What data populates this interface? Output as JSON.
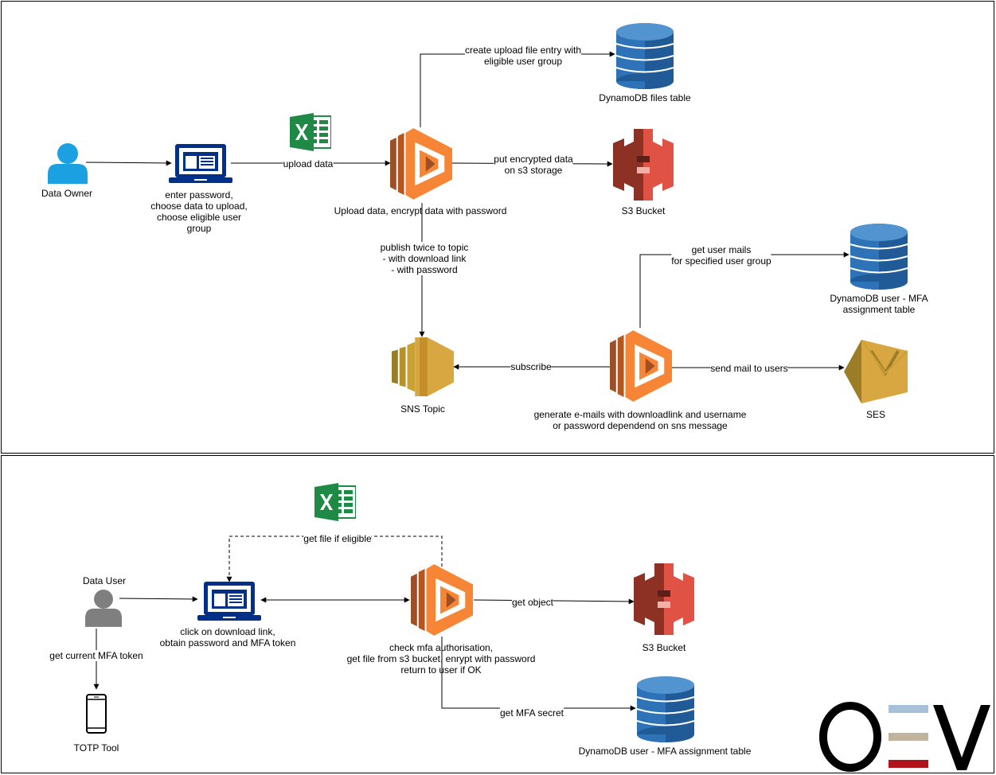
{
  "top": {
    "data_owner": "Data Owner",
    "laptop_caption": "enter password,\nchoose data to upload,\nchoose eligible user\ngroup",
    "upload_data": "upload data",
    "lambda_caption": "Upload data, encrypt data with password",
    "create_entry": "create upload file entry with\neligible user group",
    "dynamo_files": "DynamoDB files table",
    "put_encrypted": "put encrypted data\non s3 storage",
    "s3_bucket": "S3 Bucket",
    "publish": "publish twice to topic\n- with download link\n- with password",
    "get_user_mails": "get user mails\nfor specified user group",
    "dynamo_mfa": "DynamoDB user - MFA assignment table",
    "subscribe": "subscribe",
    "sns_topic": "SNS Topic",
    "send_mail": "send mail to users",
    "ses": "SES",
    "generate": "generate e-mails with downloadlink and username\nor password dependend on sns message"
  },
  "bottom": {
    "data_user": "Data User",
    "get_mfa_token": "get current MFA token",
    "totp_tool": "TOTP Tool",
    "laptop_caption": "click on download link,\nobtain password and MFA token",
    "get_file": "get file if eligible",
    "lambda_caption": "check mfa authorisation,\nget file from s3 bucket, enrypt with password\nreturn to user if OK",
    "get_object": "get object",
    "s3_bucket": "S3 Bucket",
    "get_mfa_secret": "get MFA secret",
    "dynamo_mfa": "DynamoDB user - MFA assignment table"
  },
  "logo": {
    "text": "OEV",
    "colors": [
      "#a7c1d9",
      "#c1b39e",
      "#b0141a"
    ]
  },
  "icons": {
    "person_blue": "person-icon",
    "person_gray": "person-icon",
    "laptop": "laptop-icon",
    "excel": "excel-icon",
    "lambda": "aws-lambda-icon",
    "dynamodb": "aws-dynamodb-icon",
    "s3": "aws-s3-icon",
    "sns": "aws-sns-icon",
    "ses": "aws-ses-icon",
    "phone": "mobile-phone-icon"
  }
}
